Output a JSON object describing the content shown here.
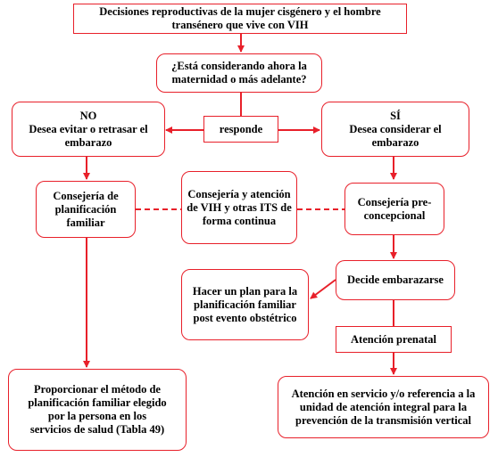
{
  "diagram": {
    "title": "Decisiones reproductivas de la mujer cisgénero y el hombre\ntransénero que vive con VIH",
    "question": "¿Está considerando ahora la\nmaternidad o más adelante?",
    "responde": "responde",
    "no_branch": "NO\nDesea evitar o retrasar el\nembarazo",
    "si_branch": "SÍ\nDesea considerar el\nembarazo",
    "consejeria_pf": "Consejería de\nplanificación\nfamiliar",
    "consejeria_vih": "Consejería y atención\nde VIH y otras ITS de\nforma continua",
    "consejeria_pre": "Consejería pre-\nconcepcional",
    "decide": "Decide embarazarse",
    "plan": "Hacer un plan para la\nplanificación familiar\npost evento obstétrico",
    "prenatal": "Atención prenatal",
    "metodo": "Proporcionar el método de\nplanificación familiar elegido\npor la persona en los\nservicios de salud (Tabla 49)",
    "atencion": "Atención en servicio y/o referencia a la\nunidad de atención integral para la\nprevención de la transmisión vertical"
  },
  "colors": {
    "line": "#e8202a",
    "text": "#000000"
  }
}
